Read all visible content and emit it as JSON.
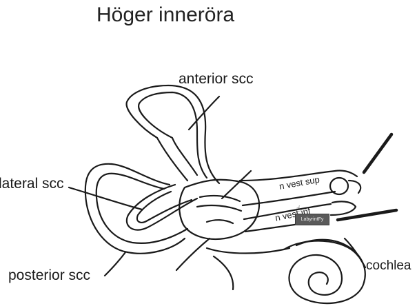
{
  "title": "Höger inneröra",
  "labels": {
    "anterior": "anterior scc",
    "lateral": "lateral scc",
    "posterior": "posterior scc",
    "cochlea": "cochlea",
    "vest_sup": "n vest sup",
    "vest_inf": "n vest inf"
  },
  "tooltip": "LabyrintFy",
  "cursor_icon": "hand-cursor-icon",
  "colors": {
    "ink": "#1a1a1a",
    "tooltip_bg": "#5a5a5a"
  }
}
